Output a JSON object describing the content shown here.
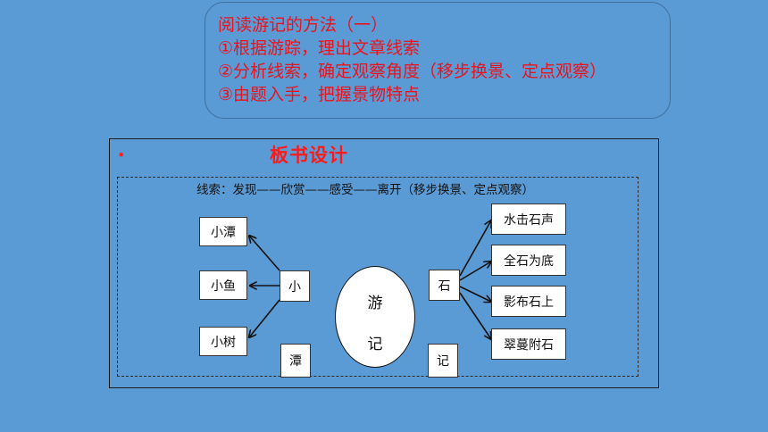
{
  "method": {
    "title": "阅读游记的方法（一）",
    "steps": [
      "①根据游踪，理出文章线索",
      "②分析线索，确定观察角度（移步换景、定点观察）",
      "③由题入手，把握景物特点"
    ]
  },
  "board": {
    "bullet": "•",
    "title": "板书设计",
    "clue": "线索：发现——欣赏——感受——离开（移步换景、定点观察）",
    "left_center": "小",
    "left_items": [
      "小潭",
      "小鱼",
      "小树"
    ],
    "left_bottom": "潭",
    "oval_top": "游",
    "oval_bottom": "记",
    "right_center": "石",
    "right_items": [
      "水击石声",
      "全石为底",
      "影布石上",
      "翠蔓附石"
    ],
    "right_bottom": "记"
  },
  "colors": {
    "background": "#5b9bd5",
    "accent_red": "#e8141d"
  }
}
